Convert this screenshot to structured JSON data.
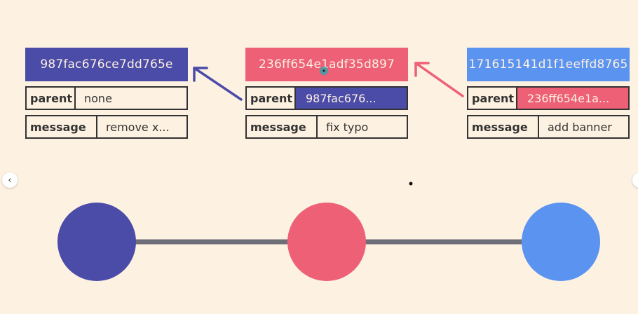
{
  "commits": [
    {
      "hash": "987fac676ce7dd765e",
      "parent_label": "parent",
      "parent_value": "none",
      "message_label": "message",
      "message_value": "remove x...",
      "color": "#4b4ba8"
    },
    {
      "hash": "236ff654e1adf35d897",
      "parent_label": "parent",
      "parent_value": "987fac676...",
      "message_label": "message",
      "message_value": "fix typo",
      "color": "#ee6076"
    },
    {
      "hash": "171615141d1f1eeffd8765",
      "parent_label": "parent",
      "parent_value": "236ff654e1a...",
      "message_label": "message",
      "message_value": "add banner",
      "color": "#5a93f0"
    }
  ],
  "colors": {
    "background": "#fdf1e1",
    "line": "#6e6e78",
    "text_dark": "#333333"
  },
  "nav": {
    "prev_icon": "‹",
    "next_icon": "›"
  }
}
